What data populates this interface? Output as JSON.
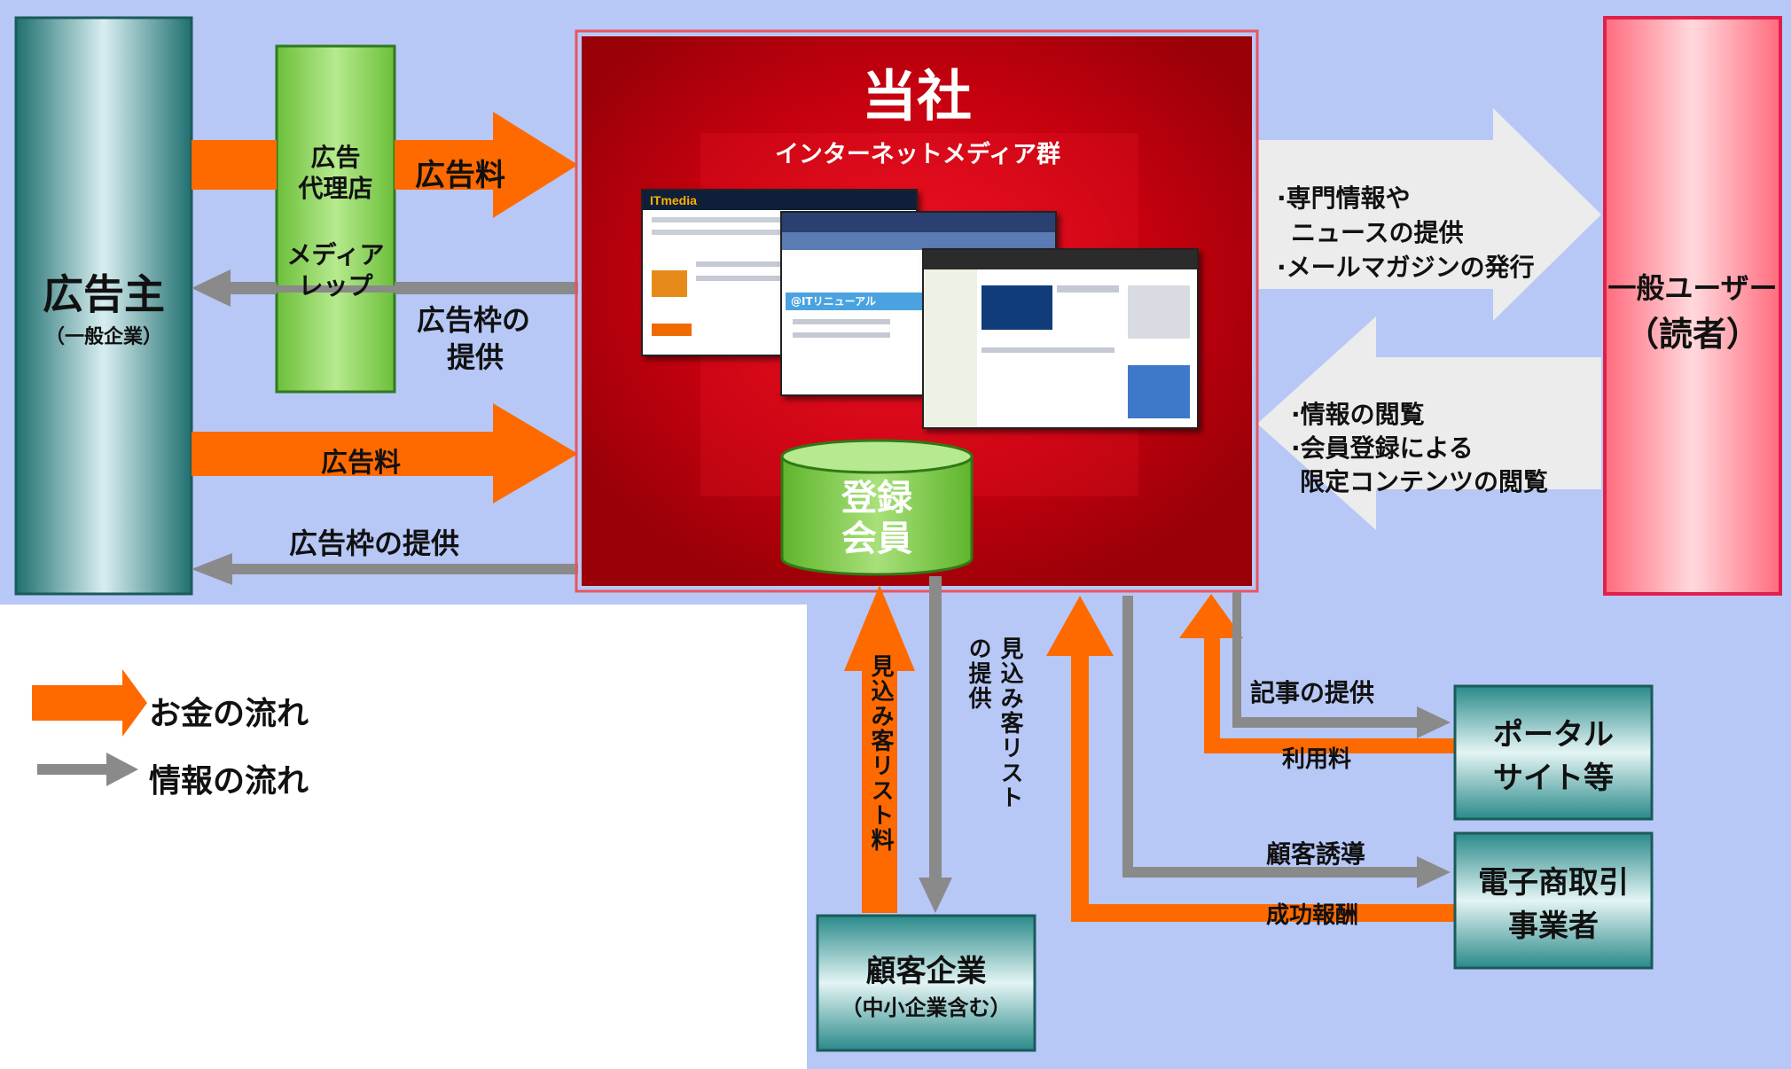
{
  "colors": {
    "background_panel": "#b7c8f7",
    "money_arrow": "#ff6a00",
    "info_arrow": "#8a8a8a",
    "company_red": "#b2000c",
    "teal": "#2a8a8a",
    "green_box": "#7bcc45",
    "reader_pink": "#ff6b7d"
  },
  "advertiser": {
    "title": "広告主",
    "subtitle": "（一般企業）"
  },
  "agency": {
    "line1": "広告",
    "line2": "代理店",
    "line3": "メディア",
    "line4": "レップ"
  },
  "company": {
    "title": "当社",
    "media_label": "インターネットメディア群"
  },
  "member_db": {
    "line1": "登録",
    "line2": "会員"
  },
  "reader": {
    "line1": "一般ユーザー",
    "line2": "（読者）"
  },
  "flows": {
    "ad_fee_top": "広告料",
    "ad_slot_top_1": "広告枠の",
    "ad_slot_top_2": "提供",
    "ad_fee_bottom": "広告料",
    "ad_slot_bottom": "広告枠の提供",
    "to_reader_1": "·専門情報や",
    "to_reader_2": "ニュースの提供",
    "to_reader_3": "·メールマガジンの発行",
    "from_reader_1": "·情報の閲覧",
    "from_reader_2": "·会員登録による",
    "from_reader_3": "限定コンテンツの閲覧",
    "lead_fee": "見込み客リスト料",
    "lead_provide_1": "見込み客リスト",
    "lead_provide_2": "の提供",
    "article_provide": "記事の提供",
    "usage_fee": "利用料",
    "customer_guide": "顧客誘導",
    "success_fee": "成功報酬"
  },
  "customer": {
    "line1": "顧客企業",
    "line2": "（中小企業含む）"
  },
  "portal": {
    "line1": "ポータル",
    "line2": "サイト等"
  },
  "ecommerce": {
    "line1": "電子商取引",
    "line2": "事業者"
  },
  "legend": {
    "money": "お金の流れ",
    "info": "情報の流れ"
  },
  "screens": {
    "itmedia_logo": "ITmedia",
    "itrenewal_banner": "@ITリニューアル"
  }
}
